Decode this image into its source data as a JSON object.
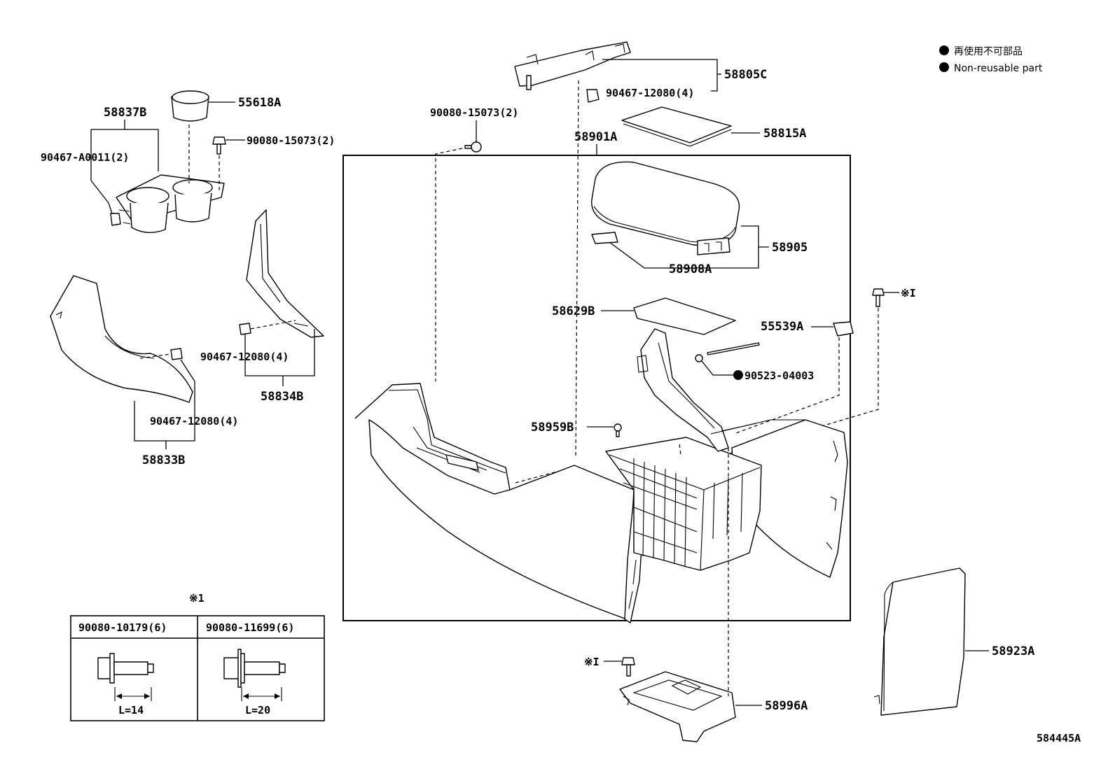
{
  "legend": {
    "jp": "再使用不可部品",
    "en": "Non-reusable part"
  },
  "figure_code": "584445A",
  "parts": {
    "p58805C": "58805C",
    "p90467_12080_top": "90467-12080(4)",
    "p58815A": "58815A",
    "p58901A": "58901A",
    "p90080_15073_mid": "90080-15073(2)",
    "p55618A": "55618A",
    "p58837B": "58837B",
    "p90080_15073_left": "90080-15073(2)",
    "p90467_A0011": "90467-A0011(2)",
    "p58905": "58905",
    "p58908A": "58908A",
    "p58629B": "58629B",
    "p55539A": "55539A",
    "p90523_04003": "90523-04003",
    "p58959B": "58959B",
    "p90467_12080_right": "90467-12080(4)",
    "p58834B": "58834B",
    "p90467_12080_left": "90467-12080(4)",
    "p58833B": "58833B",
    "p58923A": "58923A",
    "p58996A": "58996A"
  },
  "note_mark": "※1",
  "note_mark_short": "※I",
  "bolt_table": {
    "header_left": "90080-10179(6)",
    "header_right": "90080-11699(6)",
    "len_left": "L=14",
    "len_right": "L=20"
  }
}
